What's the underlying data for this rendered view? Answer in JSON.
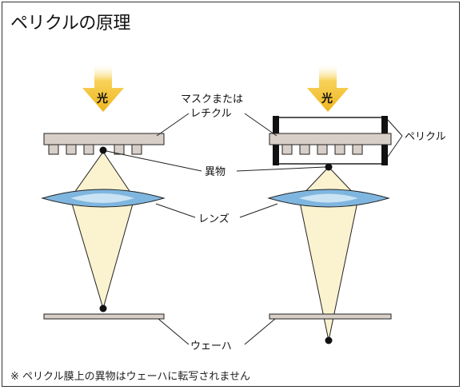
{
  "title": "ペリクルの原理",
  "labels": {
    "light": "光",
    "mask_line1": "マスクまたは",
    "mask_line2": "レチクル",
    "pellicle": "ペリクル",
    "particle": "異物",
    "lens": "レンズ",
    "wafer": "ウェーハ"
  },
  "footnote": "※ ペリクル膜上の異物はウェーハに転写されません",
  "colors": {
    "arrow": "#f3c02a",
    "mask": "#d8cfc8",
    "lens": "#7fb6df",
    "light_cone": "#fbf3cf",
    "pellicle_frame": "#111111"
  }
}
